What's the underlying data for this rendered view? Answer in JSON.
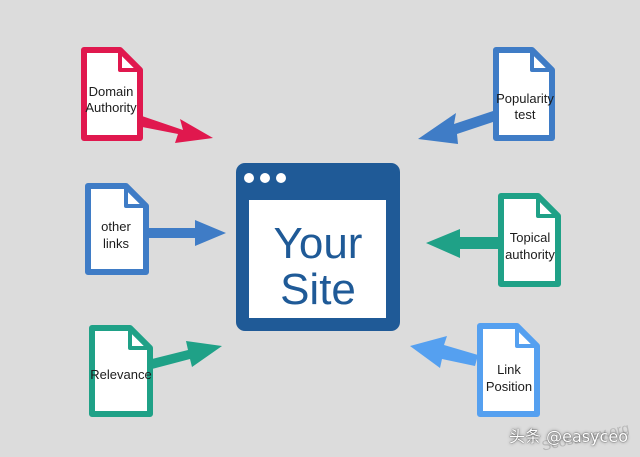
{
  "center": {
    "title_lines": [
      "Your",
      "Site"
    ]
  },
  "docs": [
    {
      "id": "domain-authority",
      "lines": [
        "Domain",
        "Authority"
      ],
      "color": "#e0184e"
    },
    {
      "id": "other-links",
      "lines": [
        "other",
        "links"
      ],
      "color": "#3f7cc6"
    },
    {
      "id": "relevance",
      "lines": [
        "Relevance"
      ],
      "color": "#1fa187"
    },
    {
      "id": "popularity-test",
      "lines": [
        "Popularity",
        "test"
      ],
      "color": "#3f7cc6"
    },
    {
      "id": "topical-authority",
      "lines": [
        "Topical",
        "authority"
      ],
      "color": "#1fa187"
    },
    {
      "id": "link-position",
      "lines": [
        "Link",
        "Position"
      ],
      "color": "#55a0f0"
    }
  ],
  "watermark": "Seosurvey.org",
  "credit": "头条 @easyceo",
  "colors": {
    "background": "#dcdcdc",
    "site_blue": "#1f5a97",
    "red": "#e0184e",
    "blue": "#3f7cc6",
    "teal": "#1fa187",
    "light_blue": "#55a0f0"
  }
}
